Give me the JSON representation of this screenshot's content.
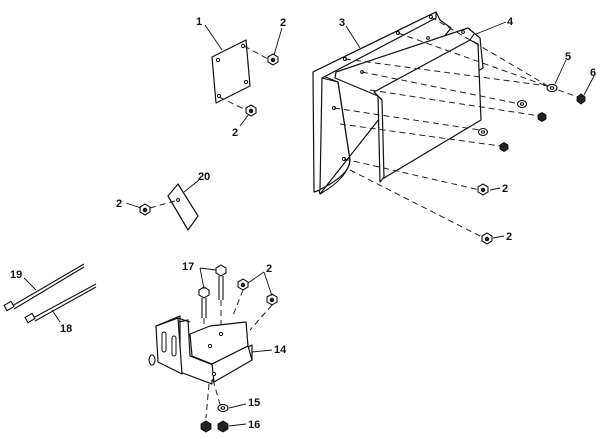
{
  "callouts": {
    "c1": "1",
    "c2_a": "2",
    "c2_b": "2",
    "c2_c": "2",
    "c2_d": "2",
    "c2_e": "2",
    "c2_f": "2",
    "c3": "3",
    "c4": "4",
    "c5": "5",
    "c6": "6",
    "c14": "14",
    "c15": "15",
    "c16": "16",
    "c17": "17",
    "c18": "18",
    "c19": "19",
    "c20": "20"
  }
}
